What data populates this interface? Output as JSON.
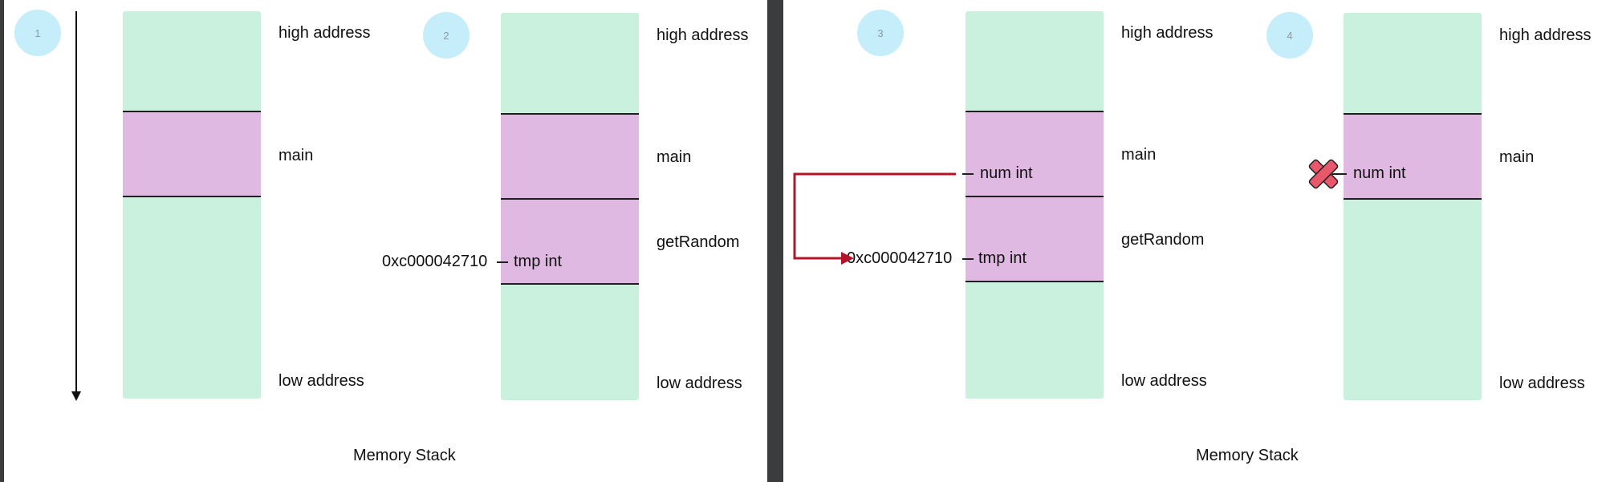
{
  "colors": {
    "stack_free": "#c9f1dd",
    "stack_frame": "#dfb9e1",
    "step_badge": "#c5eefa",
    "pointer_arrow": "#b3142a",
    "invalid_mark": "#e8576a",
    "frame": "#3b3c3e"
  },
  "caption": "Memory Stack",
  "labels": {
    "high_address": "high address",
    "low_address": "low address",
    "main": "main",
    "getRandom": "getRandom",
    "tmp_int": "tmp int",
    "num_int": "num int",
    "address": "0xc000042710"
  },
  "steps": [
    "1",
    "2",
    "3",
    "4"
  ],
  "icons": {
    "growth_direction": "down-arrow-icon",
    "pointer": "pointer-arrow-icon",
    "invalid": "red-x-icon"
  }
}
